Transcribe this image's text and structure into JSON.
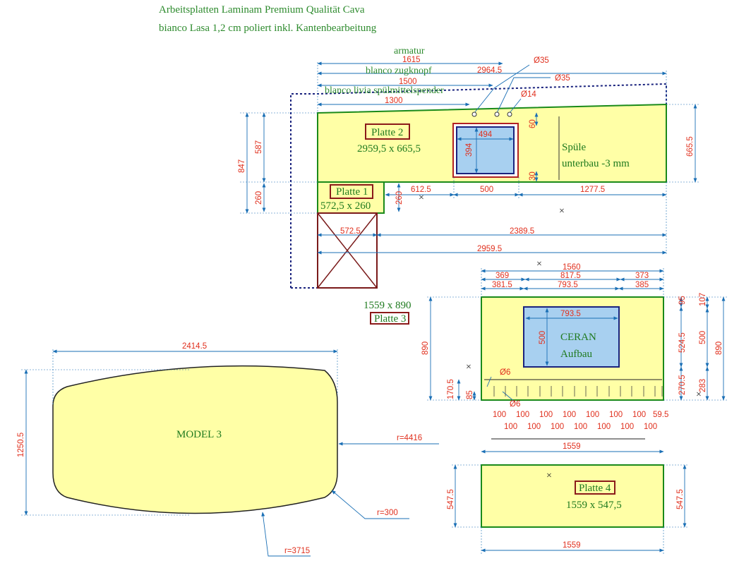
{
  "header": {
    "line1": "Arbeitsplatten Laminam Premium Qualität Cava",
    "line2": "bianco Lasa 1,2 cm poliert inkl. Kantenbearbeitung"
  },
  "top_labels": {
    "armatur": "armatur",
    "zugknopf": "blanco zugknopf",
    "spuelmittel": "blanco livia spülmittelspender"
  },
  "platte2": {
    "tag": "Platte 2",
    "size": "2959,5 x 665,5"
  },
  "platte1": {
    "tag": "Platte 1",
    "size": "572,5 x 260"
  },
  "platte3": {
    "tag": "Platte 3",
    "size": "1559 x 890"
  },
  "platte4": {
    "tag": "Platte 4",
    "size": "1559 x 547,5"
  },
  "sink": {
    "label1": "Spüle",
    "label2": "unterbau -3 mm"
  },
  "ceran": {
    "label1": "CERAN",
    "label2": "Aufbau"
  },
  "model": {
    "label": "MODEL 3"
  },
  "dims_top": {
    "d1615": "1615",
    "d2964": "2964.5",
    "d1500": "1500",
    "d1300": "1300",
    "o35a": "Ø35",
    "o35b": "Ø35",
    "o14": "Ø14",
    "d494": "494",
    "d394": "394",
    "d60": "60",
    "d30": "30",
    "d847": "847",
    "d587": "587",
    "d260a": "260",
    "d665": "665.5",
    "d260b": "260",
    "d6125": "612.5",
    "d500": "500",
    "d12775": "1277.5",
    "d5725": "572.5",
    "d23895": "2389.5",
    "d29595": "2959.5"
  },
  "dims_p3": {
    "d1560": "1560",
    "d369": "369",
    "d8175": "817.5",
    "d373": "373",
    "d3815": "381.5",
    "d7935": "793.5",
    "d385": "385",
    "d7935b": "793.5",
    "d500": "500",
    "d890": "890",
    "d95": "95",
    "d107": "107",
    "d5245": "524.5",
    "d500r": "500",
    "d890r": "890",
    "d2705": "270.5",
    "d283": "283",
    "d1705": "170.5",
    "d85": "85",
    "o6a": "Ø6",
    "o6b": "Ø6",
    "d1559": "1559"
  },
  "hole_spacing": {
    "upper": [
      "100",
      "100",
      "100",
      "100",
      "100",
      "100",
      "100",
      "59.5"
    ],
    "lower": [
      "100",
      "100",
      "100",
      "100",
      "100",
      "100",
      "100"
    ]
  },
  "dims_p4": {
    "d1559top": "1559",
    "d5475l": "547.5",
    "d5475r": "547.5",
    "d1559bot": "1559"
  },
  "dims_model": {
    "d24145": "2414.5",
    "d12505": "1250.5",
    "r4416": "r=4416",
    "r300": "r=300",
    "r3715": "r=3715"
  },
  "colors": {
    "slab": "#ffffa6",
    "outline": "#1a8a1a",
    "dim": "#1a6fb5",
    "dim_text": "#e0301e",
    "sink": "#a8d0f0",
    "tag_border": "#8b1a1a"
  }
}
